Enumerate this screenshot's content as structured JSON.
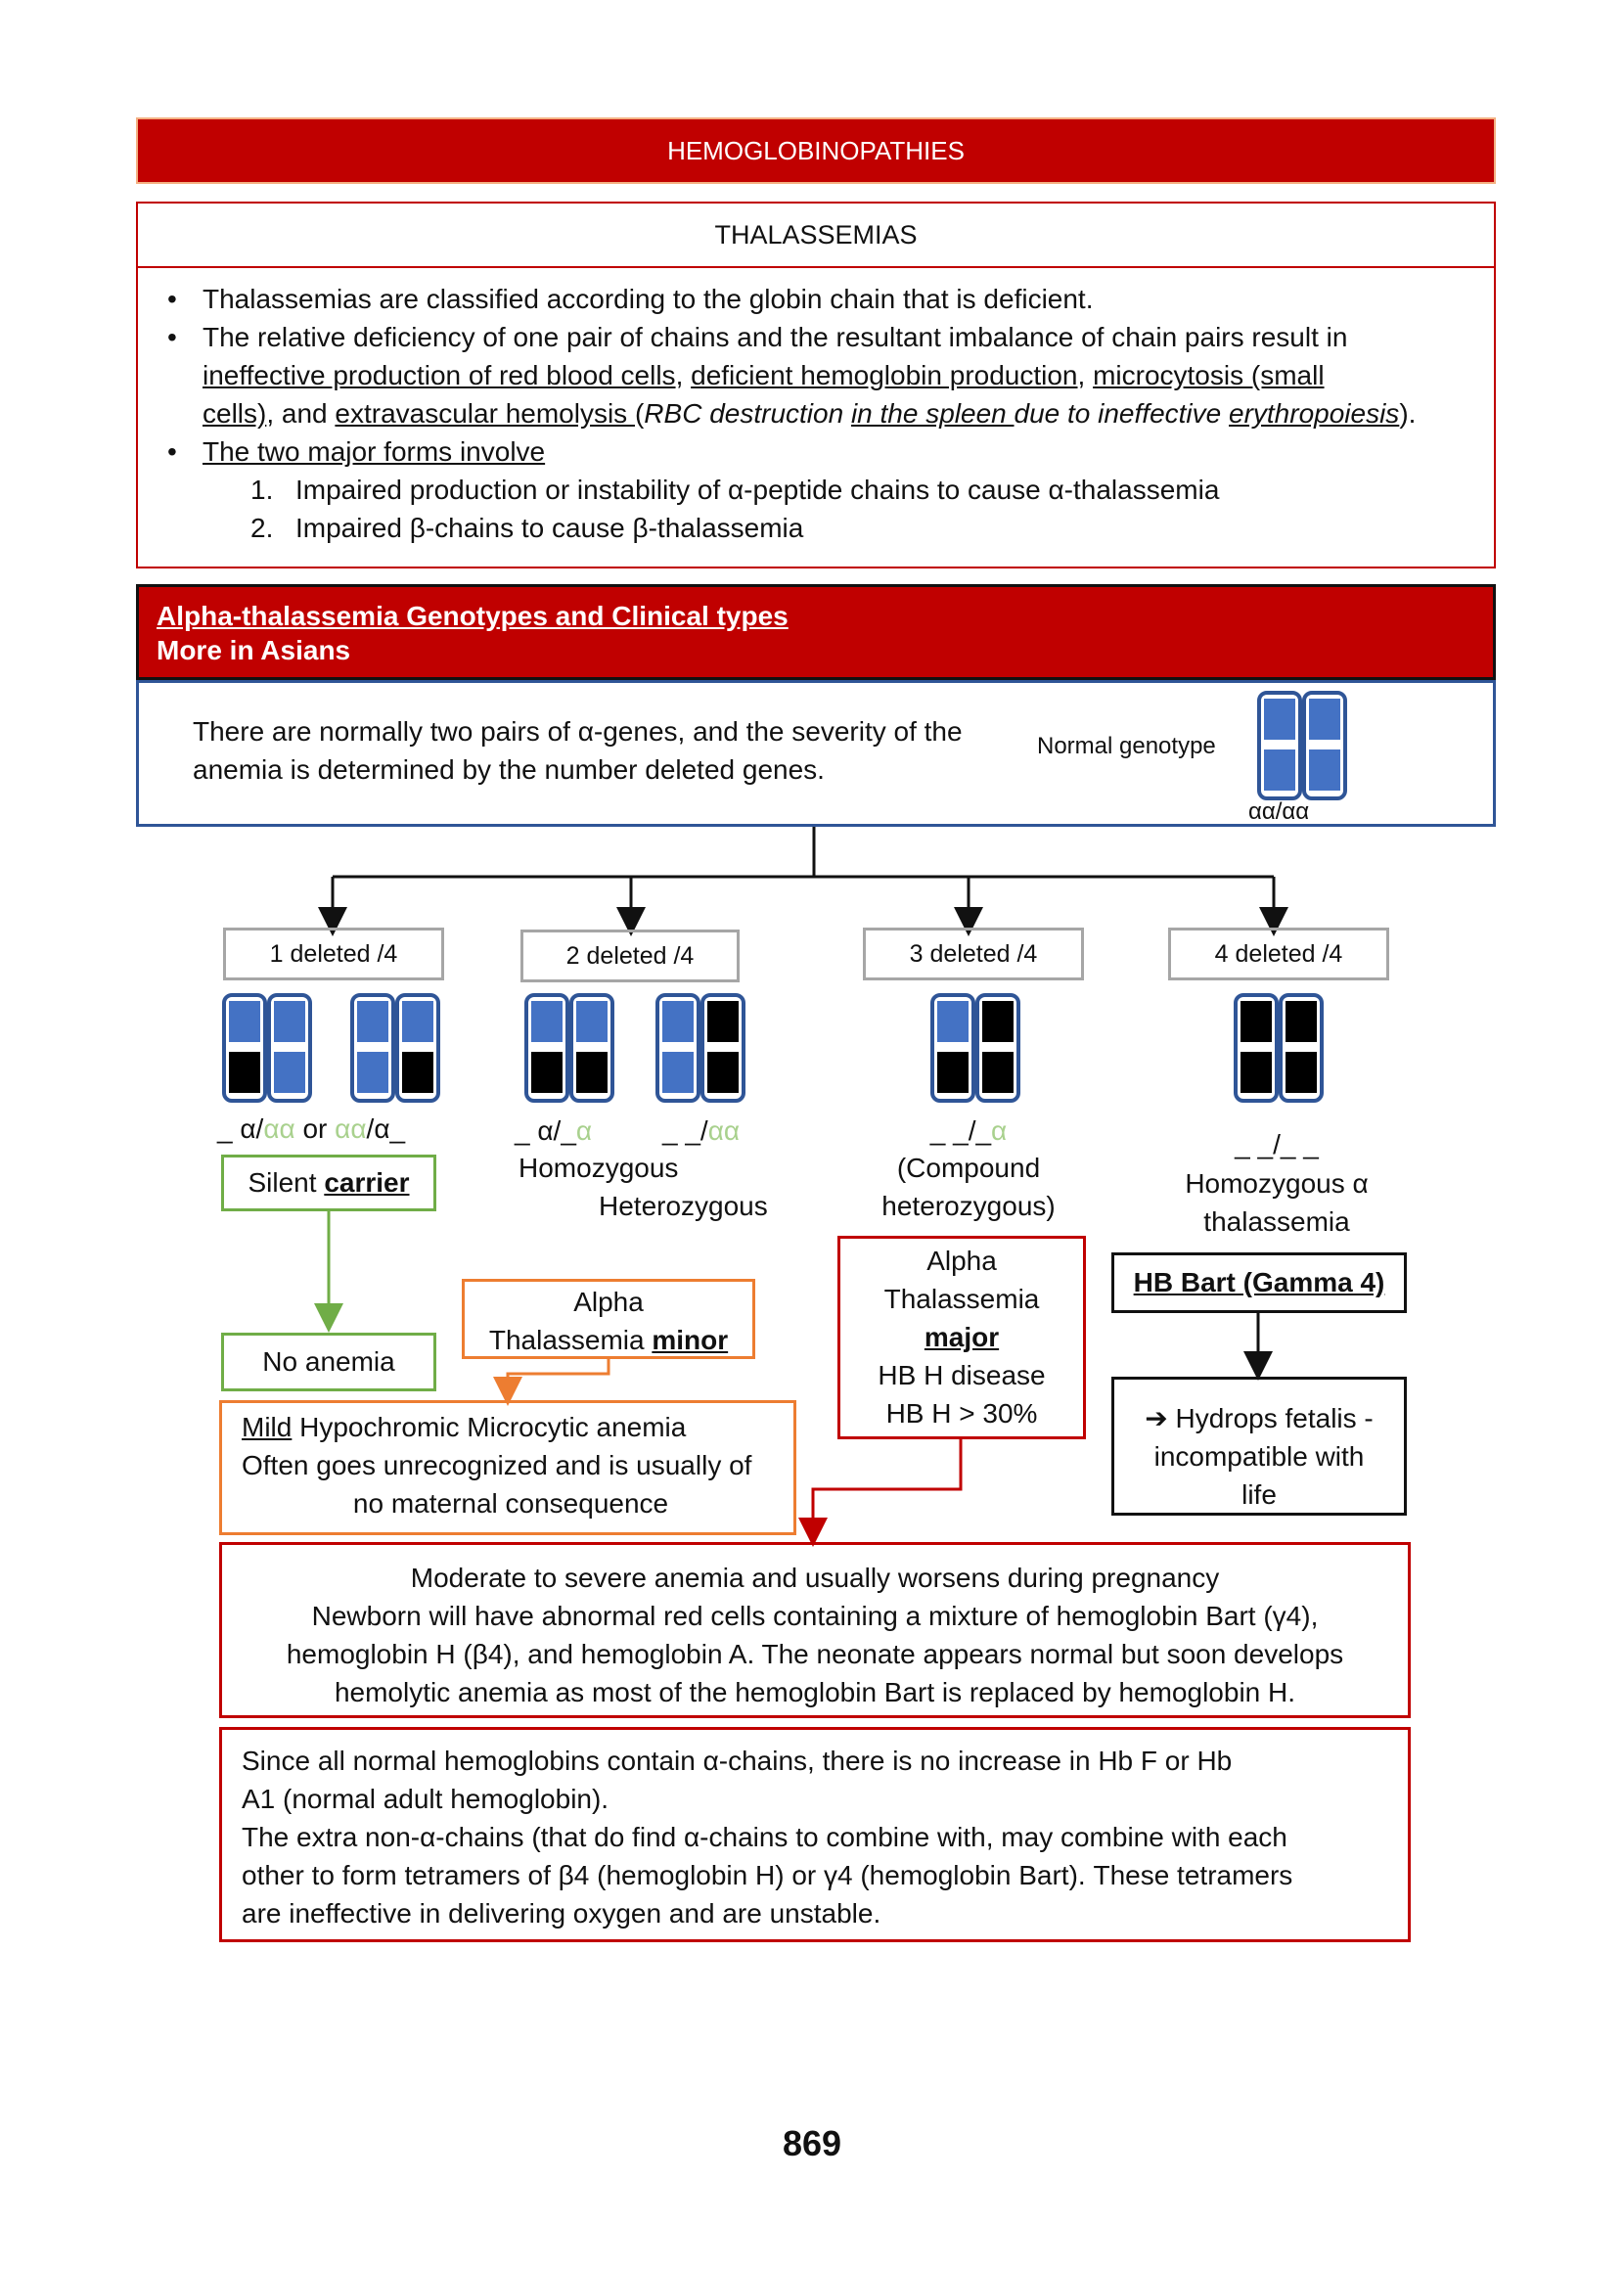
{
  "banner": "HEMOGLOBINOPATHIES",
  "thalassemias": {
    "title": "THALASSEMIAS",
    "bullet_symbol": "•",
    "bullet1": "Thalassemias are classified according to the globin chain that is deficient.",
    "bullet2_a": "The relative deficiency of one pair of chains and the resultant imbalance of chain pairs result in",
    "b2_u1": "ineffective production of red blood cells",
    "b2_comma1": ", ",
    "b2_u2": "deficient hemoglobin production",
    "b2_comma2": ", ",
    "b2_u3a": "microcytosis (small",
    "b2_u3b": "cells)",
    "b2_and": ", and ",
    "b2_u4": "extravascular hemolysis ",
    "b2_paren_open": "(",
    "b2_i1": "RBC destruction ",
    "b2_i2": "in the spleen ",
    "b2_i3": "due to ineffective ",
    "b2_i4": "erythropoiesis",
    "b2_end": ").",
    "bullet3": "The two major forms involve",
    "item1_num": "1.",
    "item1": "Impaired production or instability of α-peptide chains to cause α-thalassemia",
    "item2_num": "2.",
    "item2": "Impaired β-chains to cause β-thalassemia"
  },
  "alpha": {
    "header_line1": "Alpha-thalassemia Genotypes and Clinical types",
    "header_line2": "More in Asians",
    "intro": "There are normally two pairs of α-genes, and the severity of the anemia is determined by the number deleted genes.",
    "normal_label": "Normal genotype",
    "normal_genotype": "αα/αα"
  },
  "colors": {
    "red": "#c00000",
    "blue": "#4472c4",
    "navy": "#2f5597",
    "green": "#70ad47",
    "orange": "#ed7d31",
    "gray": "#a6a6a6",
    "light_green": "#a9d18e"
  },
  "groups": {
    "d1": {
      "label": "1 deleted /4",
      "g1_del": "_ α/",
      "g1_norm": "αα",
      "g_or": " or ",
      "g2_norm": "αα",
      "g2_del": "/α_",
      "type_pre": "Silent ",
      "type_bold": "carrier"
    },
    "d2": {
      "label": "2 deleted /4",
      "g1_a": "_ α/_",
      "g1_b": "α",
      "g2_a": "_ _/",
      "g2_b": "αα",
      "homo": "Homozygous",
      "hetero": "Heterozygous"
    },
    "d3": {
      "label": "3 deleted /4",
      "g_a": "_ _/_",
      "g_b": "α",
      "desc1": "(Compound",
      "desc2": "heterozygous)"
    },
    "d4": {
      "label": "4 deleted /4",
      "g": "_ _/_ _",
      "desc1": "Homozygous α",
      "desc2": "thalassemia"
    }
  },
  "boxes": {
    "no_anemia": "No anemia",
    "minor_l1": "Alpha",
    "minor_l2_pre": "Thalassemia ",
    "minor_l2_bold": "minor",
    "mild_u": "Mild",
    "mild_l1_rest": " Hypochromic Microcytic anemia",
    "mild_l2": "Often goes unrecognized and is usually of",
    "mild_l3": "no maternal consequence",
    "major_l1": "Alpha",
    "major_l2": "Thalassemia",
    "major_l3": "major",
    "major_l4": "HB H disease",
    "major_l5": "HB H > 30%",
    "bart": "HB Bart (Gamma 4)",
    "hydrops_arrow": "➔",
    "hydrops_l1": " Hydrops fetalis -",
    "hydrops_l2": "incompatible with",
    "hydrops_l3": "life",
    "moderate_l1": "Moderate to severe anemia and usually worsens during pregnancy",
    "moderate_l2": "Newborn will have abnormal red cells containing a mixture of hemoglobin Bart (γ4),",
    "moderate_l3": "hemoglobin H (β4), and hemoglobin A. The neonate appears normal but soon develops",
    "moderate_l4": "hemolytic anemia as most of the hemoglobin Bart is replaced by hemoglobin H.",
    "bottom_l1": "Since all normal hemoglobins contain α-chains, there is no increase in Hb F or Hb",
    "bottom_l2": "A1 (normal adult hemoglobin).",
    "bottom_l3": "The extra non-α-chains (that do find α-chains to combine with, may combine with each",
    "bottom_l4": "other  to form tetramers of β4 (hemoglobin H) or γ4 (hemoglobin Bart). These tetramers",
    "bottom_l5": "are ineffective in delivering oxygen and are unstable."
  },
  "page_number": "869"
}
